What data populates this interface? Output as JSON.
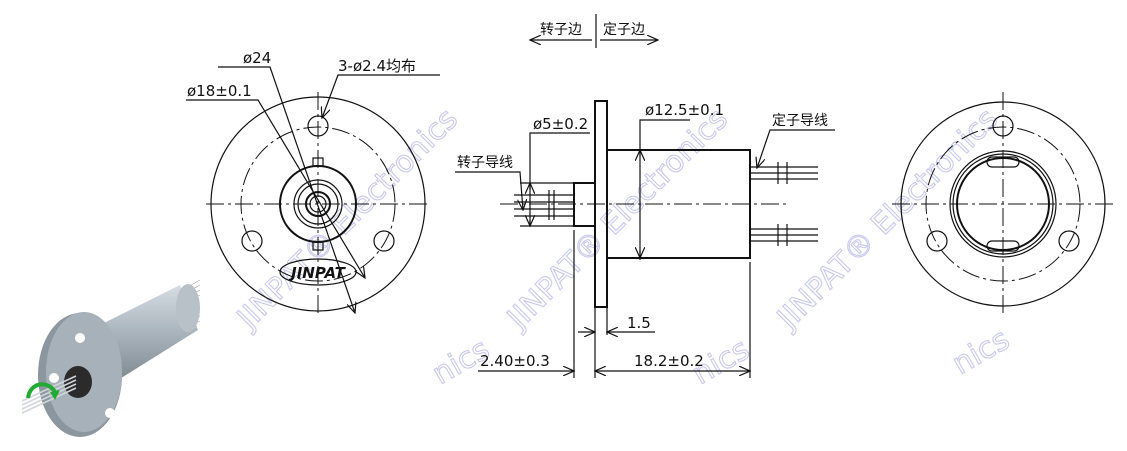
{
  "front_view": {
    "dim_outer_diameter": "ø24",
    "dim_bolt_circle": "ø18±0.1",
    "dim_holes": "3-ø2.4均布",
    "logo_text": "JINPAT"
  },
  "side_view": {
    "direction_rotor_side": "转子边",
    "direction_stator_side": "定子边",
    "label_rotor_wires": "转子导线",
    "label_stator_wires": "定子导线",
    "dim_shaft_diameter": "ø5±0.2",
    "dim_body_diameter": "ø12.5±0.1",
    "dim_flange_thickness": "1.5",
    "dim_rotor_length": "2.40±0.3",
    "dim_body_length": "18.2±0.2"
  },
  "watermark": {
    "text": "JINPAT® Electronics",
    "color": "#c8c8ee"
  },
  "iso_view": {
    "rotation_arrow_color": "#22aa33",
    "body_color": "#aab4bc"
  }
}
